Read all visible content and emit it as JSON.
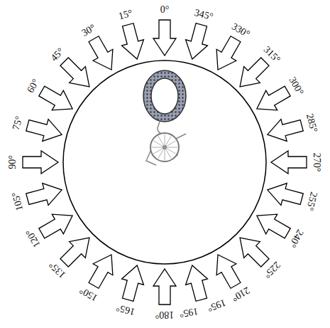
{
  "diagram": {
    "labels": [
      "0°",
      "15°",
      "30°",
      "45°",
      "60°",
      "75°",
      "90°",
      "105°",
      "120°",
      "135°",
      "150°",
      "165°",
      "180°",
      "195°",
      "195°",
      "210°",
      "225°",
      "240°",
      "255°",
      "270°",
      "285°",
      "300°",
      "315°",
      "330°",
      "345°"
    ]
  }
}
